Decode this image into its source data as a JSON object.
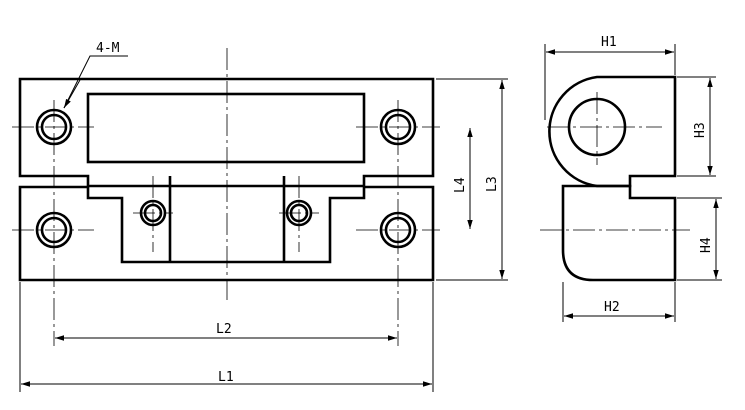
{
  "drawing": {
    "type": "hinge technical drawing",
    "annotations": {
      "hole_callout": "4-M",
      "L1": "L1",
      "L2": "L2",
      "L3": "L3",
      "L4": "L4",
      "H1": "H1",
      "H2": "H2",
      "H3": "H3",
      "H4": "H4"
    },
    "views": [
      "front-view",
      "side-view"
    ],
    "line_color": "#000000",
    "background": "#ffffff"
  }
}
